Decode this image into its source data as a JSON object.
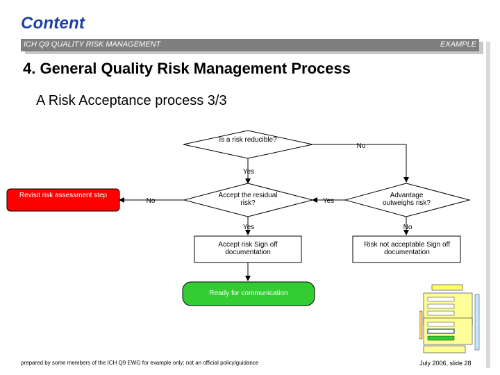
{
  "header": {
    "brand": "Content",
    "banner_left": "ICH Q9 QUALITY RISK MANAGEMENT",
    "banner_right": "EXAMPLE"
  },
  "main": {
    "title": "4. General Quality Risk Management Process",
    "subtitle": "A Risk Acceptance process 3/3"
  },
  "flow": {
    "decision_reducible": "Is a risk reducible?",
    "decision_accept": "Accept the residual risk?",
    "decision_advantage": "Advantage outweighs risk?",
    "box_revisit": "Revisit risk assessment step",
    "box_accept": "Accept risk Sign off documentation",
    "box_not_acceptable": "Risk not acceptable Sign off documentation",
    "box_ready": "Ready for communication",
    "edge_no_top": "No",
    "edge_yes_down": "Yes",
    "edge_no_left": "No",
    "edge_yes_right": "Yes",
    "edge_yes_accept": "Yes",
    "edge_no_advantage": "No"
  },
  "colors": {
    "brand": "#1f3fa3",
    "banner": "#7f7f7f",
    "revisit": "#ff0000",
    "ready": "#33cc33"
  },
  "footer": {
    "disclaimer": "prepared by some members of the ICH Q9 EWG for example only; not an official policy/guidance",
    "date_slide": "July 2006, slide 28"
  }
}
